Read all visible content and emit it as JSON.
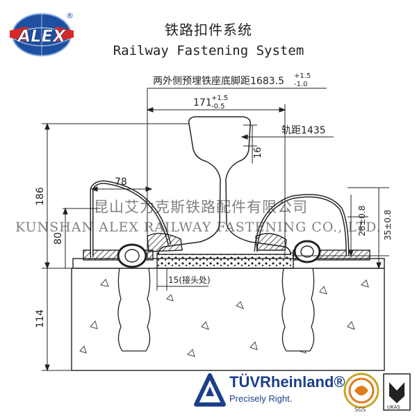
{
  "header": {
    "title_cn": "铁路扣件系统",
    "title_en": "Railway Fastening System"
  },
  "logo": {
    "text": "ALEX",
    "mark": "®"
  },
  "dimensions": {
    "seat_spacing_label": "两外侧预埋铁座底脚距1683.5",
    "seat_spacing_tol_plus": "+1.5",
    "seat_spacing_tol_minus": "-1.0",
    "rail_seat_width_label": "171",
    "rail_seat_tol_plus": "+1.5",
    "rail_seat_tol_minus": "-0.5",
    "gauge_label": "轨距1435",
    "rail_head_value": "16",
    "clip_width_value": "78",
    "overall_height_value": "186",
    "clip_height_value": "80",
    "dim_28": "28±0.8",
    "dim_35": "35±0.8",
    "sleeper_height_value": "114",
    "joint_gap_label": "15(接头处)"
  },
  "watermark": {
    "cn": "昆山艾力克斯铁路配件有限公司",
    "en": "KUNSHAN ALEX RAILWAY FASTENING CO., LTD."
  },
  "certifications": {
    "tuv_name": "TÜVRheinland®",
    "tuv_slogan": "Precisely Right.",
    "sgs_label": "SGS",
    "ukas_label": "UKAS"
  }
}
